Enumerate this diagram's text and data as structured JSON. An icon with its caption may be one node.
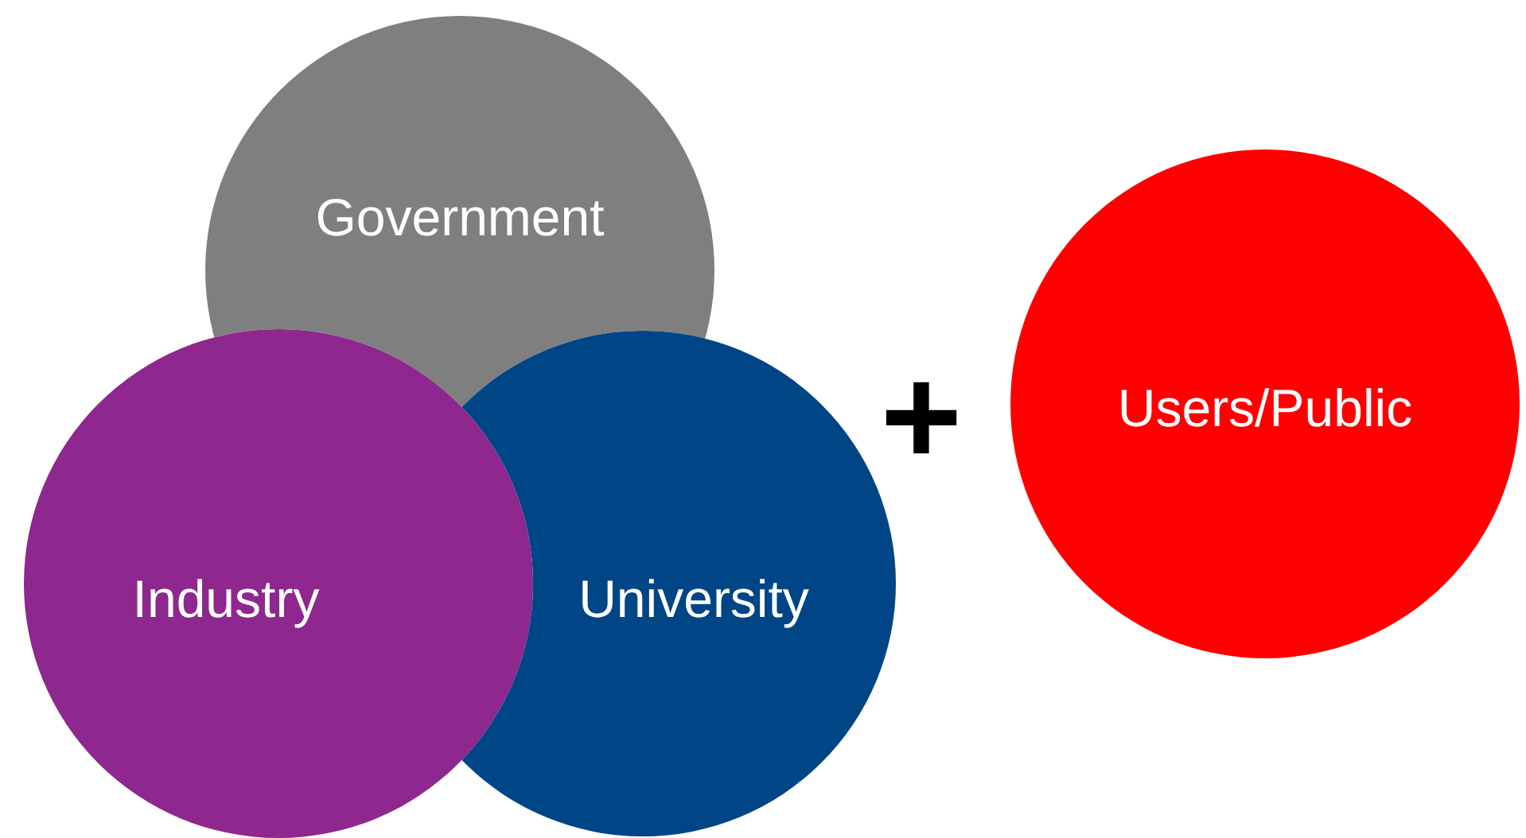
{
  "diagram": {
    "nodes": [
      {
        "text": [
          "Government"
        ]
      },
      {
        "text": [
          "Industry"
        ]
      },
      {
        "text": [
          "University"
        ]
      },
      {
        "text": [
          "Users/Public"
        ]
      }
    ],
    "labels": [
      "+"
    ]
  }
}
